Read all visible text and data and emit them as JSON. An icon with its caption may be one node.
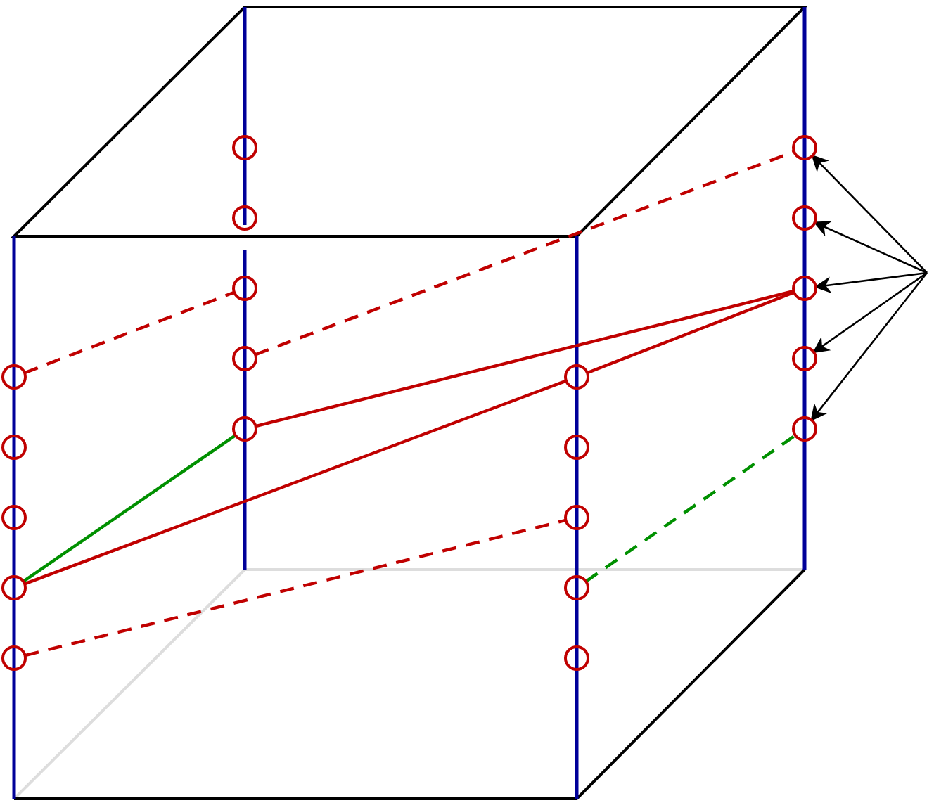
{
  "diagram": {
    "nodes": [
      {
        "text": [],
        "shape": "circle"
      },
      {
        "text": [],
        "shape": "circle"
      },
      {
        "text": [],
        "shape": "circle"
      },
      {
        "text": [],
        "shape": "circle"
      },
      {
        "text": [],
        "shape": "circle"
      },
      {
        "text": [],
        "shape": "circle"
      },
      {
        "text": [],
        "shape": "circle"
      },
      {
        "text": [],
        "shape": "circle"
      },
      {
        "text": [],
        "shape": "circle"
      },
      {
        "text": [],
        "shape": "circle"
      },
      {
        "text": [],
        "shape": "circle"
      },
      {
        "text": [],
        "shape": "circle"
      },
      {
        "text": [],
        "shape": "circle"
      },
      {
        "text": [],
        "shape": "circle"
      },
      {
        "text": [],
        "shape": "circle"
      },
      {
        "text": [],
        "shape": "circle"
      },
      {
        "text": [],
        "shape": "circle"
      },
      {
        "text": [],
        "shape": "circle"
      },
      {
        "text": [],
        "shape": "circle"
      },
      {
        "text": [],
        "shape": "circle"
      }
    ],
    "edges": [
      {
        "from": 0,
        "to": 7,
        "arrow": "none",
        "style": "dashed"
      },
      {
        "from": 8,
        "to": 15,
        "arrow": "none",
        "style": "dashed"
      },
      {
        "from": 9,
        "to": 17,
        "arrow": "none"
      },
      {
        "from": 3,
        "to": 10,
        "arrow": "none"
      },
      {
        "from": 10,
        "to": 17,
        "arrow": "none"
      },
      {
        "from": 3,
        "to": 9,
        "arrow": "none",
        "color": "#009000"
      },
      {
        "from": 4,
        "to": 12,
        "arrow": "none",
        "style": "dashed"
      },
      {
        "from": 13,
        "to": 19,
        "arrow": "none",
        "style": "dashed",
        "color": "#009000"
      },
      {
        "from": null,
        "to": 15,
        "arrow": "to",
        "color": "#000000"
      },
      {
        "from": null,
        "to": 16,
        "arrow": "to",
        "color": "#000000"
      },
      {
        "from": null,
        "to": 17,
        "arrow": "to",
        "color": "#000000"
      },
      {
        "from": null,
        "to": 18,
        "arrow": "to",
        "color": "#000000"
      },
      {
        "from": null,
        "to": 19,
        "arrow": "to",
        "color": "#000000"
      }
    ]
  }
}
